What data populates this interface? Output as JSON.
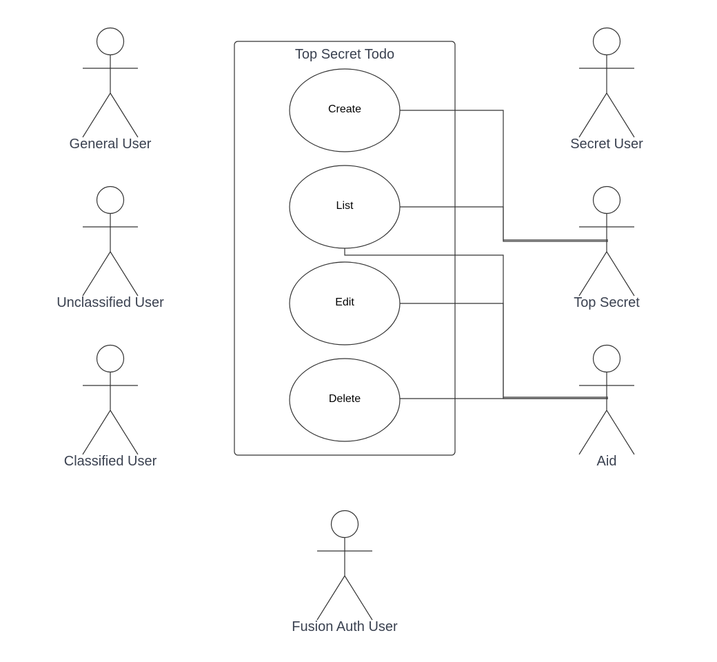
{
  "colors": {
    "stroke": "#333333",
    "text": "#3a4150",
    "usecase_text": "#000000",
    "background": "#ffffff"
  },
  "boundary": {
    "title": "Top Secret Todo"
  },
  "use_cases": {
    "create": "Create",
    "list": "List",
    "edit": "Edit",
    "delete": "Delete"
  },
  "actors": {
    "general_user": "General User",
    "unclassified_user": "Unclassified User",
    "classified_user": "Classified User",
    "secret_user": "Secret User",
    "top_secret": "Top Secret",
    "aid": "Aid",
    "fusion_auth_user": "Fusion Auth User"
  }
}
